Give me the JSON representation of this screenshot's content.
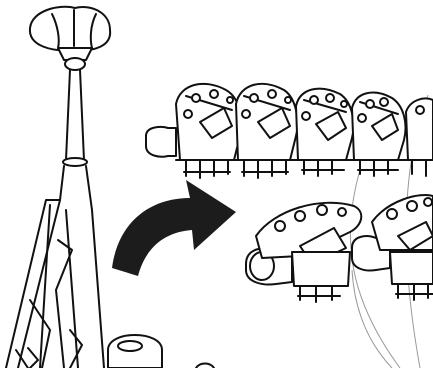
{
  "illustration": {
    "subject": "bicycle-seatpost-clamp-rotation",
    "colors": {
      "line": "#111111",
      "arrow": "#1c1c1c",
      "guide": "#9a9a9a",
      "background": "#ffffff"
    },
    "clamp_units_top_row": 4,
    "clamp_units_bottom_row": 2,
    "arrow_direction": "clockwise"
  }
}
